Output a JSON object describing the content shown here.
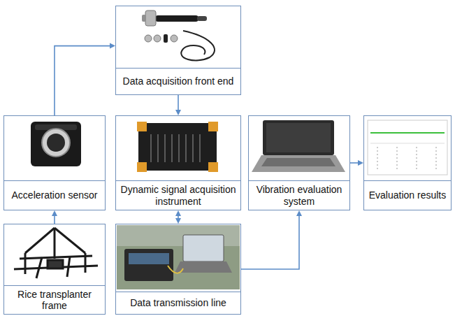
{
  "diagram": {
    "nodes": [
      {
        "text": [
          "Data acquisition front end"
        ]
      },
      {
        "text": [
          "Acceleration sensor"
        ]
      },
      {
        "text": [
          "Dynamic signal acquisition instrument"
        ]
      },
      {
        "text": [
          "Vibration evaluation system"
        ]
      },
      {
        "text": [
          "Evaluation results"
        ]
      },
      {
        "text": [
          "Rice transplanter frame"
        ]
      },
      {
        "text": [
          "Data transmission line"
        ]
      }
    ],
    "edges": [
      {
        "from": 5,
        "to": 1,
        "arrow": "to"
      },
      {
        "from": 1,
        "to": 0,
        "arrow": "to"
      },
      {
        "from": 0,
        "to": 2,
        "arrow": "to"
      },
      {
        "from": 2,
        "to": 6,
        "arrow": "both"
      },
      {
        "from": 6,
        "to": 3,
        "arrow": "to"
      },
      {
        "from": 3,
        "to": 4,
        "arrow": "to"
      }
    ]
  }
}
